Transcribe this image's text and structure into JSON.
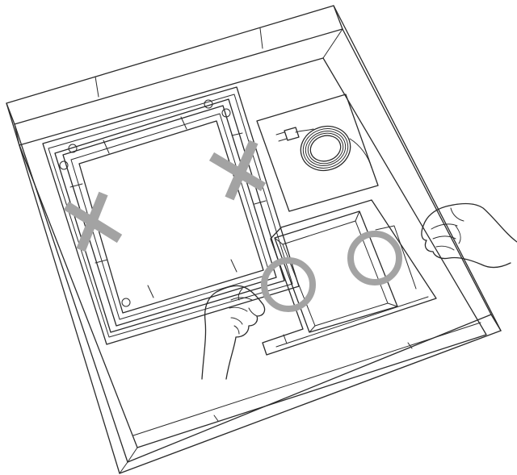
{
  "illustration": {
    "subject": "unboxing-diagram",
    "marks": {
      "color": "#a3a3a3",
      "wrong_grips": 2,
      "right_grips": 2
    },
    "line_color": "#2b2b2b",
    "background": "#ffffff"
  }
}
